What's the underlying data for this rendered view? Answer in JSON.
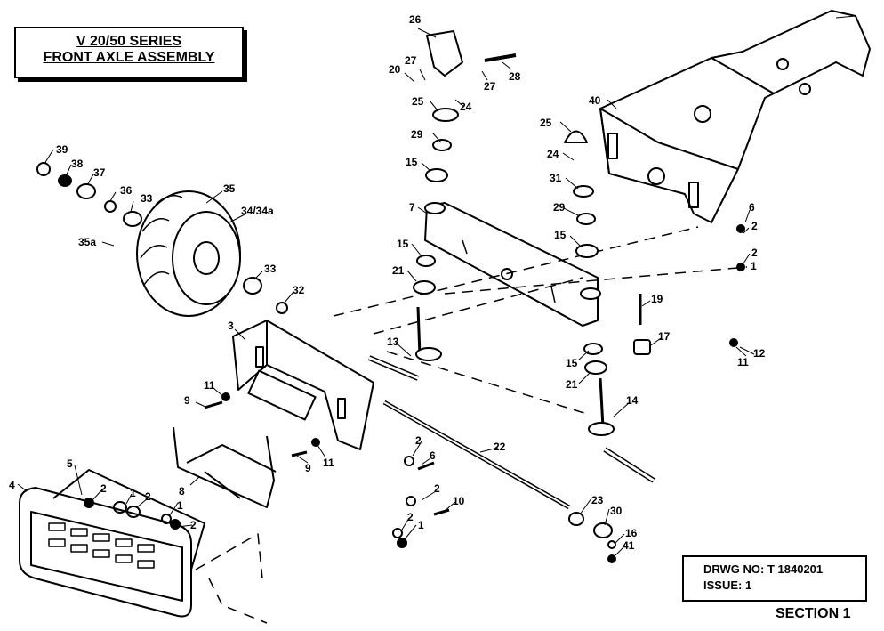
{
  "title": {
    "line1": "V 20/50 SERIES",
    "line2": "FRONT AXLE ASSEMBLY"
  },
  "drawing": {
    "number": "DRWG NO: T 1840201",
    "issue": "ISSUE: 1"
  },
  "section": "SECTION 1",
  "callouts": [
    "26",
    "20",
    "27",
    "28",
    "27",
    "24",
    "25",
    "40",
    "25",
    "24",
    "29",
    "15",
    "31",
    "7",
    "29",
    "15",
    "15",
    "21",
    "39",
    "38",
    "37",
    "36",
    "33",
    "35",
    "34/34a",
    "35a",
    "33",
    "32",
    "6",
    "2",
    "2",
    "1",
    "19",
    "13",
    "17",
    "12",
    "11",
    "3",
    "15",
    "21",
    "14",
    "11",
    "9",
    "22",
    "2",
    "6",
    "9",
    "11",
    "8",
    "5",
    "2",
    "1",
    "2",
    "4",
    "1",
    "2",
    "2",
    "23",
    "30",
    "10",
    "2",
    "1",
    "16",
    "41"
  ]
}
